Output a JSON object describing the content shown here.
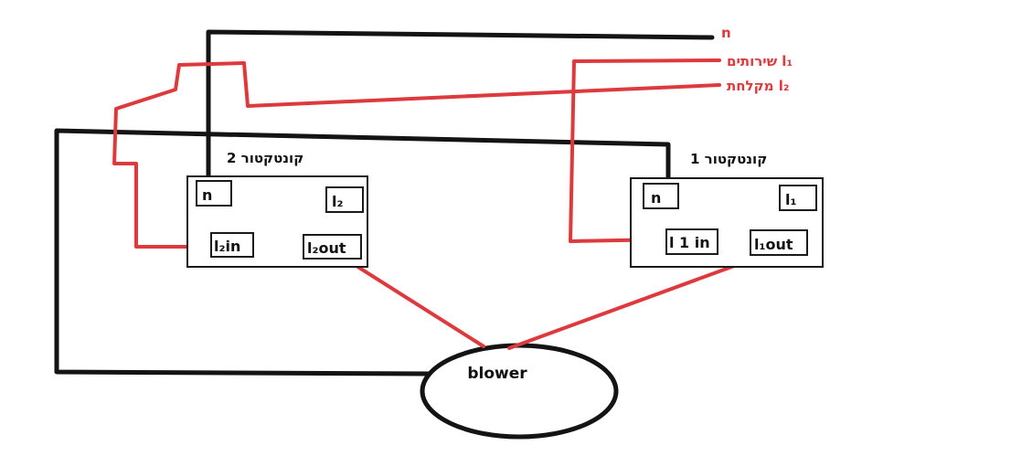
{
  "diagram": {
    "wires": {
      "neutral_label": "n",
      "l1_label": "שירותים l₁",
      "l2_label": "מקלחת l₂"
    },
    "contactor2": {
      "title": "קונטקטור 2",
      "terminals": {
        "n": "n",
        "l2": "l₂",
        "l2in": "l₂in",
        "l2out": "l₂out"
      }
    },
    "contactor1": {
      "title": "קונטקטור 1",
      "terminals": {
        "n": "n",
        "l1": "l₁",
        "l1in": "l 1 in",
        "l1out": "l₁out"
      }
    },
    "blower": {
      "label": "blower"
    },
    "colors": {
      "wire_black": "#141414",
      "wire_red": "#dc3a3c",
      "background": "#ffffff"
    }
  }
}
